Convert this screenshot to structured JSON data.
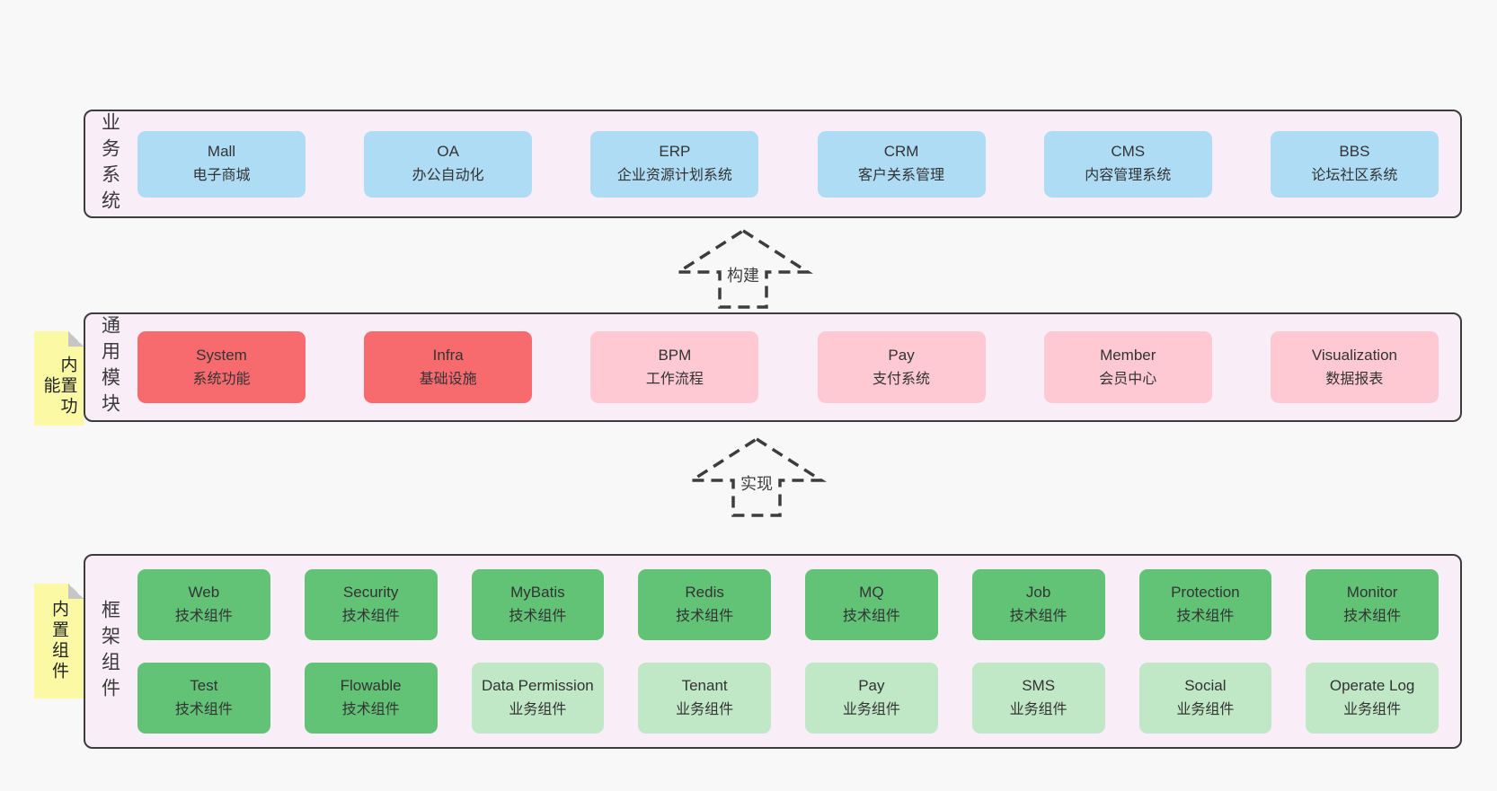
{
  "colors": {
    "page_bg": "#f8f8f8",
    "panel_bg": "#f9edf7",
    "panel_border": "#3c3c3c",
    "business_box": "#aedcf5",
    "core_module_box": "#f76b6e",
    "module_box": "#fec9d2",
    "tech_component_box": "#62c377",
    "biz_component_box": "#c0e7c6",
    "note_bg": "#fbf9a4"
  },
  "panels": [
    {
      "label": "业务系统",
      "boxes": [
        {
          "name": "Mall",
          "desc": "电子商城"
        },
        {
          "name": "OA",
          "desc": "办公自动化"
        },
        {
          "name": "ERP",
          "desc": "企业资源计划系统"
        },
        {
          "name": "CRM",
          "desc": "客户关系管理"
        },
        {
          "name": "CMS",
          "desc": "内容管理系统"
        },
        {
          "name": "BBS",
          "desc": "论坛社区系统"
        }
      ]
    },
    {
      "label": "通用模块",
      "note": "内置功能",
      "boxes": [
        {
          "name": "System",
          "desc": "系统功能"
        },
        {
          "name": "Infra",
          "desc": "基础设施"
        },
        {
          "name": "BPM",
          "desc": "工作流程"
        },
        {
          "name": "Pay",
          "desc": "支付系统"
        },
        {
          "name": "Member",
          "desc": "会员中心"
        },
        {
          "name": "Visualization",
          "desc": "数据报表"
        }
      ]
    },
    {
      "label": "框架组件",
      "note": "内置组件",
      "rows": [
        [
          {
            "name": "Web",
            "desc": "技术组件"
          },
          {
            "name": "Security",
            "desc": "技术组件"
          },
          {
            "name": "MyBatis",
            "desc": "技术组件"
          },
          {
            "name": "Redis",
            "desc": "技术组件"
          },
          {
            "name": "MQ",
            "desc": "技术组件"
          },
          {
            "name": "Job",
            "desc": "技术组件"
          },
          {
            "name": "Protection",
            "desc": "技术组件"
          },
          {
            "name": "Monitor",
            "desc": "技术组件"
          }
        ],
        [
          {
            "name": "Test",
            "desc": "技术组件"
          },
          {
            "name": "Flowable",
            "desc": "技术组件"
          },
          {
            "name": "Data Permission",
            "desc": "业务组件"
          },
          {
            "name": "Tenant",
            "desc": "业务组件"
          },
          {
            "name": "Pay",
            "desc": "业务组件"
          },
          {
            "name": "SMS",
            "desc": "业务组件"
          },
          {
            "name": "Social",
            "desc": "业务组件"
          },
          {
            "name": "Operate Log",
            "desc": "业务组件"
          }
        ]
      ]
    }
  ],
  "arrows": [
    {
      "label": "构建"
    },
    {
      "label": "实现"
    }
  ]
}
